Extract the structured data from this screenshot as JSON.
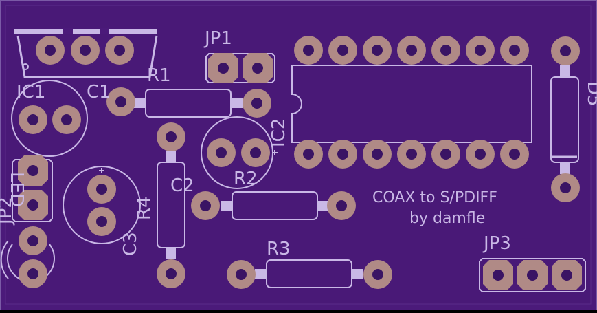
{
  "colors": {
    "board": "#4b1a7a",
    "copper_pour": "#3d1566",
    "silk": "#c9b8e6",
    "pad": "#b08a86",
    "pad_hole": "#3a1464",
    "trace": "#c8b6e4"
  },
  "labels": {
    "ic1": "IC1",
    "c1": "C1",
    "r1": "R1",
    "jp1": "JP1",
    "ic2": "IC2",
    "d5": "D5",
    "jp2": "JP2",
    "led": "LED",
    "c2": "C2",
    "r2": "R2",
    "r4": "R4",
    "c3": "C3",
    "r3": "R3",
    "jp3": "JP3"
  },
  "title": {
    "line1": "COAX to S/PDIFF",
    "line2": "by damfle"
  }
}
